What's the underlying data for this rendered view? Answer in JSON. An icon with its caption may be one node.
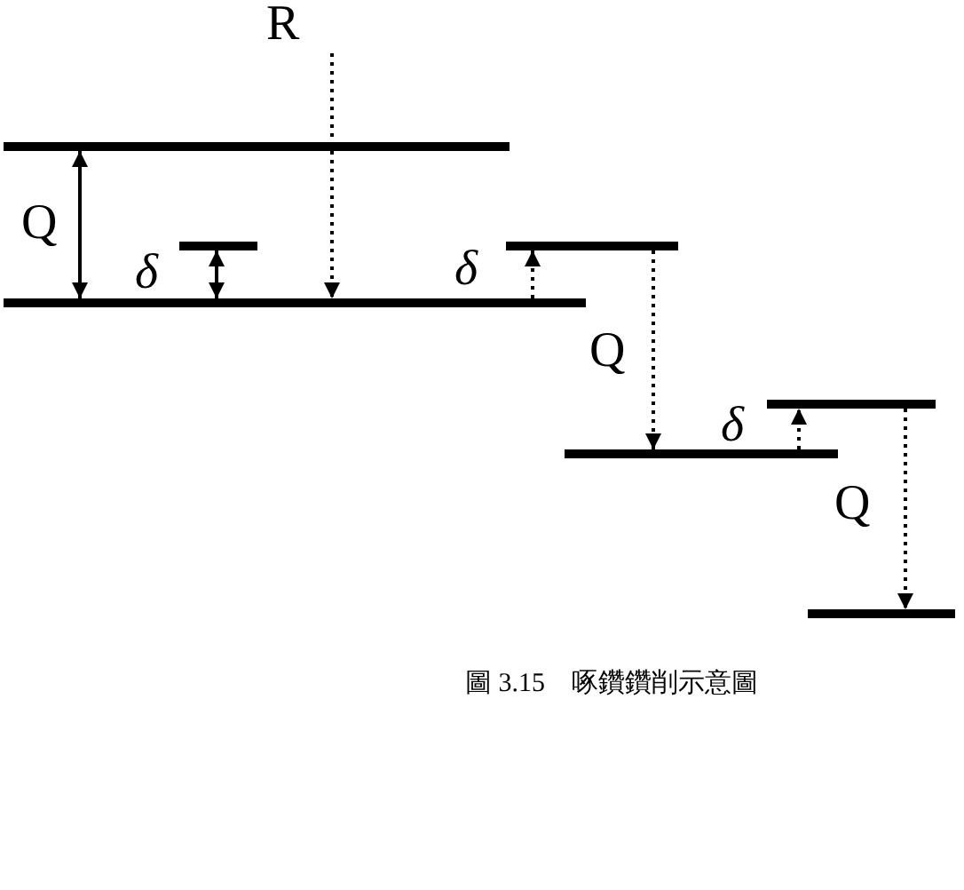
{
  "diagram": {
    "caption": "圖 3.15　啄鑽鑽削示意圖",
    "nodes": [
      {
        "text": [
          "R"
        ]
      },
      {
        "text": [],
        "shape": "bar"
      },
      {
        "text": [],
        "shape": "bar"
      },
      {
        "text": [],
        "shape": "bar"
      },
      {
        "text": [],
        "shape": "bar"
      },
      {
        "text": [],
        "shape": "bar"
      },
      {
        "text": [],
        "shape": "bar"
      },
      {
        "text": [],
        "shape": "bar"
      }
    ],
    "edges": [
      {
        "from": 0,
        "to": 4,
        "arrow": "to",
        "style": "dashed"
      },
      {
        "from": 4,
        "to": 3,
        "arrow": "to",
        "style": "dashed"
      },
      {
        "from": 3,
        "to": 6,
        "arrow": "to",
        "style": "dashed"
      },
      {
        "from": 6,
        "to": 5,
        "arrow": "to",
        "style": "dashed"
      },
      {
        "from": 5,
        "to": 7,
        "arrow": "to",
        "style": "dashed"
      },
      {
        "from": 1,
        "to": 4,
        "arrow": "both"
      },
      {
        "from": 2,
        "to": 4,
        "arrow": "both"
      }
    ],
    "labels": [
      "Q",
      "δ",
      "δ",
      "Q",
      "δ",
      "Q"
    ]
  }
}
